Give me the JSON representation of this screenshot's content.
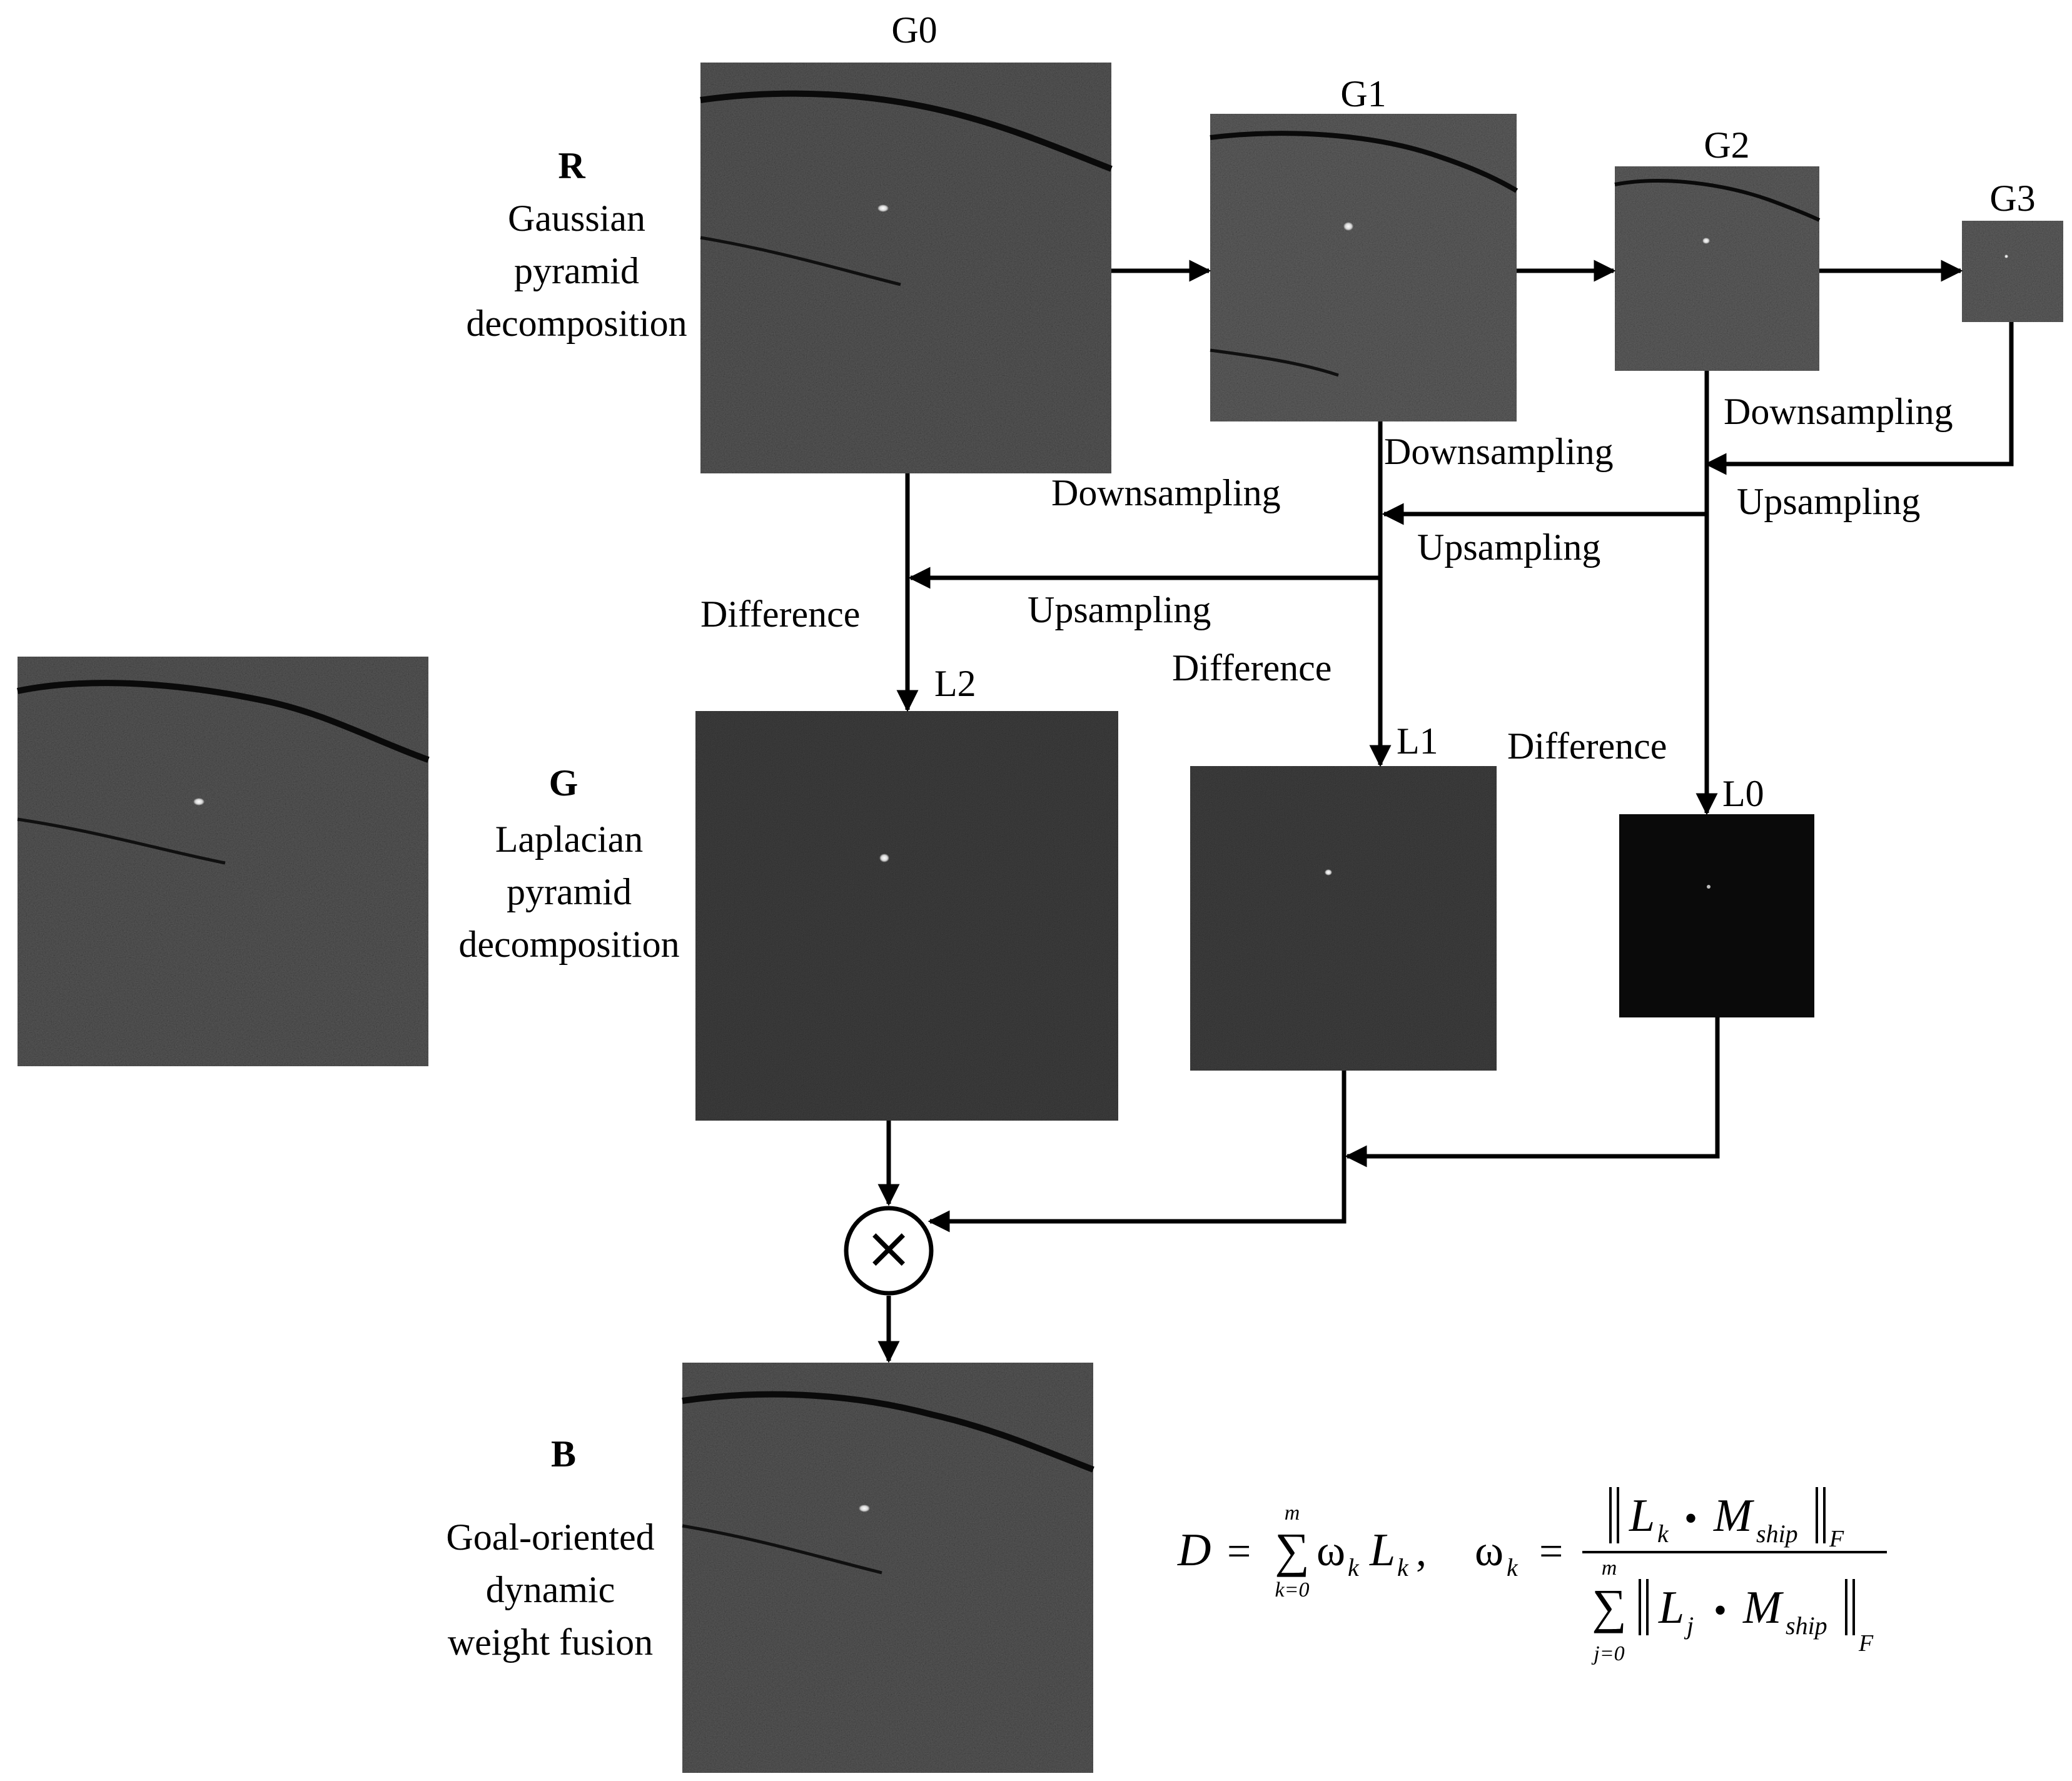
{
  "sections": {
    "r": {
      "letter": "R",
      "lines": [
        "Gaussian",
        "pyramid",
        "decomposition"
      ]
    },
    "g": {
      "letter": "G",
      "lines": [
        "Laplacian",
        "pyramid",
        "decomposition"
      ]
    },
    "b": {
      "letter": "B",
      "lines": [
        "Goal-oriented",
        "dynamic",
        "weight fusion"
      ]
    }
  },
  "gaussian_levels": [
    "G0",
    "G1",
    "G2",
    "G3"
  ],
  "laplacian_levels": [
    "L2",
    "L1",
    "L0"
  ],
  "operations": {
    "downsampling": "Downsampling",
    "upsampling": "Upsampling",
    "difference": "Difference"
  },
  "fusion_operator": "×",
  "formula": {
    "d_lhs": "D",
    "equals": "=",
    "sum_upper": "m",
    "sum_lower_k": "k=0",
    "sum_lower_j": "j=0",
    "sigma": "∑",
    "omega": "ω",
    "sub_k": "k",
    "sub_j": "j",
    "L": "L",
    "M": "M",
    "ship": "ship",
    "F": "F",
    "dot": "•",
    "comma": ","
  },
  "colors": {
    "background": "#ffffff",
    "line": "#000000",
    "sar_dark": "#1c1c1c",
    "laplacian_dark": "#050505"
  }
}
